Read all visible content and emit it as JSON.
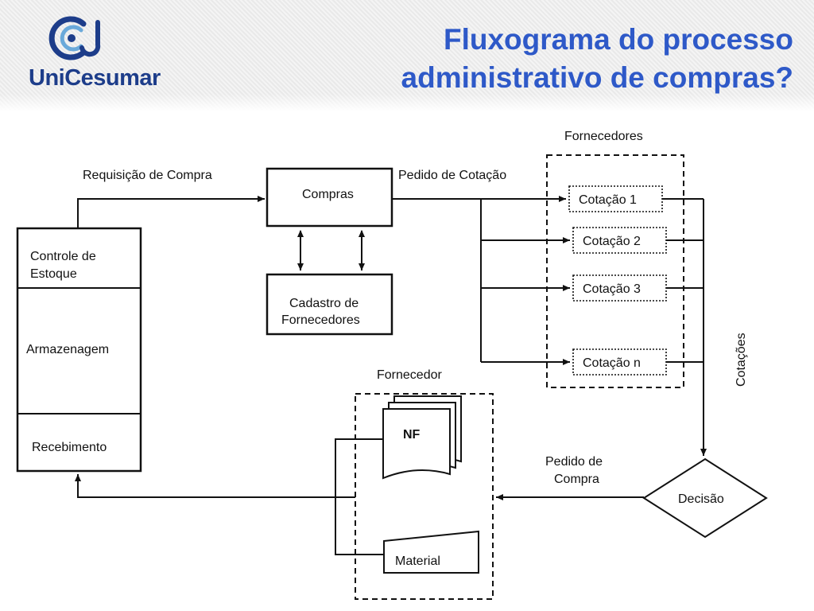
{
  "header": {
    "logo_text": "UniCesumar",
    "title_line1": "Fluxograma do processo",
    "title_line2": "administrativo de compras?"
  },
  "diagram": {
    "controle_estoque_1": "Controle de",
    "controle_estoque_2": "Estoque",
    "armazenagem": "Armazenagem",
    "recebimento": "Recebimento",
    "requisicao": "Requisição de Compra",
    "compras": "Compras",
    "cadastro_1": "Cadastro de",
    "cadastro_2": "Fornecedores",
    "pedido_cotacao": "Pedido de Cotação",
    "fornecedores": "Fornecedores",
    "cotacao_1": "Cotação 1",
    "cotacao_2": "Cotação 2",
    "cotacao_3": "Cotação 3",
    "cotacao_n": "Cotação n",
    "cotacoes": "Cotações",
    "decisao": "Decisão",
    "pedido_compra_1": "Pedido de",
    "pedido_compra_2": "Compra",
    "fornecedor": "Fornecedor",
    "nf": "NF",
    "material": "Material"
  },
  "colors": {
    "title": "#2e59c8",
    "logo_dark": "#1d3d8a",
    "logo_light": "#6aa9da"
  }
}
